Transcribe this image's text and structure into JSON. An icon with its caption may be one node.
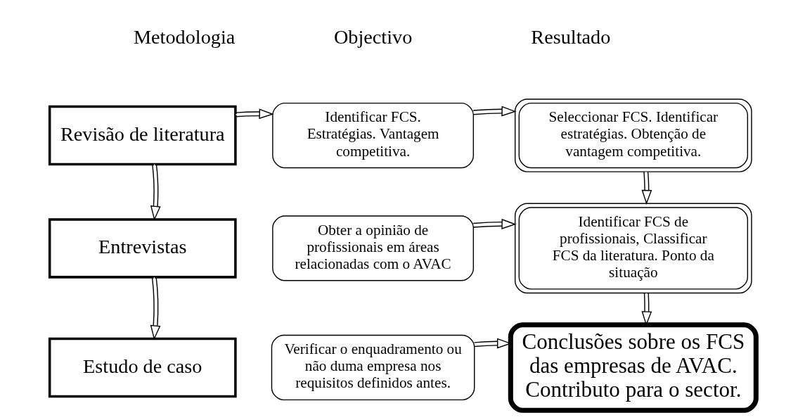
{
  "diagram": {
    "nodes": [
      {
        "text": [
          "Revisão de literatura"
        ]
      },
      {
        "text": [
          "Identificar FCS. Estratégias. Vantagem competitiva."
        ]
      },
      {
        "text": [
          "Seleccionar FCS. Identificar estratégias. Obtenção de vantagem competitiva."
        ]
      },
      {
        "text": [
          "Entrevistas"
        ]
      },
      {
        "text": [
          "Obter a opinião de profissionais em áreas relacionadas com o AVAC"
        ]
      },
      {
        "text": [
          "Identificar FCS de profissionais, Classificar FCS da literatura. Ponto da situação"
        ]
      },
      {
        "text": [
          "Estudo de caso"
        ]
      },
      {
        "text": [
          "Verificar o enquadramento ou não duma empresa nos requisitos definidos antes."
        ]
      },
      {
        "text": [
          "Conclusões sobre os FCS das empresas de AVAC. Contributo para o sector."
        ]
      }
    ],
    "edges": [
      {
        "from": 0,
        "to": 1,
        "arrow": "to"
      },
      {
        "from": 1,
        "to": 2,
        "arrow": "to"
      },
      {
        "from": 0,
        "to": 3,
        "arrow": "to"
      },
      {
        "from": 2,
        "to": 5,
        "arrow": "to"
      },
      {
        "from": 3,
        "to": 6,
        "arrow": "to"
      },
      {
        "from": 4,
        "to": 5,
        "arrow": "to"
      },
      {
        "from": 5,
        "to": 8,
        "arrow": "to"
      },
      {
        "from": 7,
        "to": 8,
        "arrow": "to"
      }
    ],
    "labels": [
      "Metodologia",
      "Objectivo",
      "Resultado"
    ]
  }
}
